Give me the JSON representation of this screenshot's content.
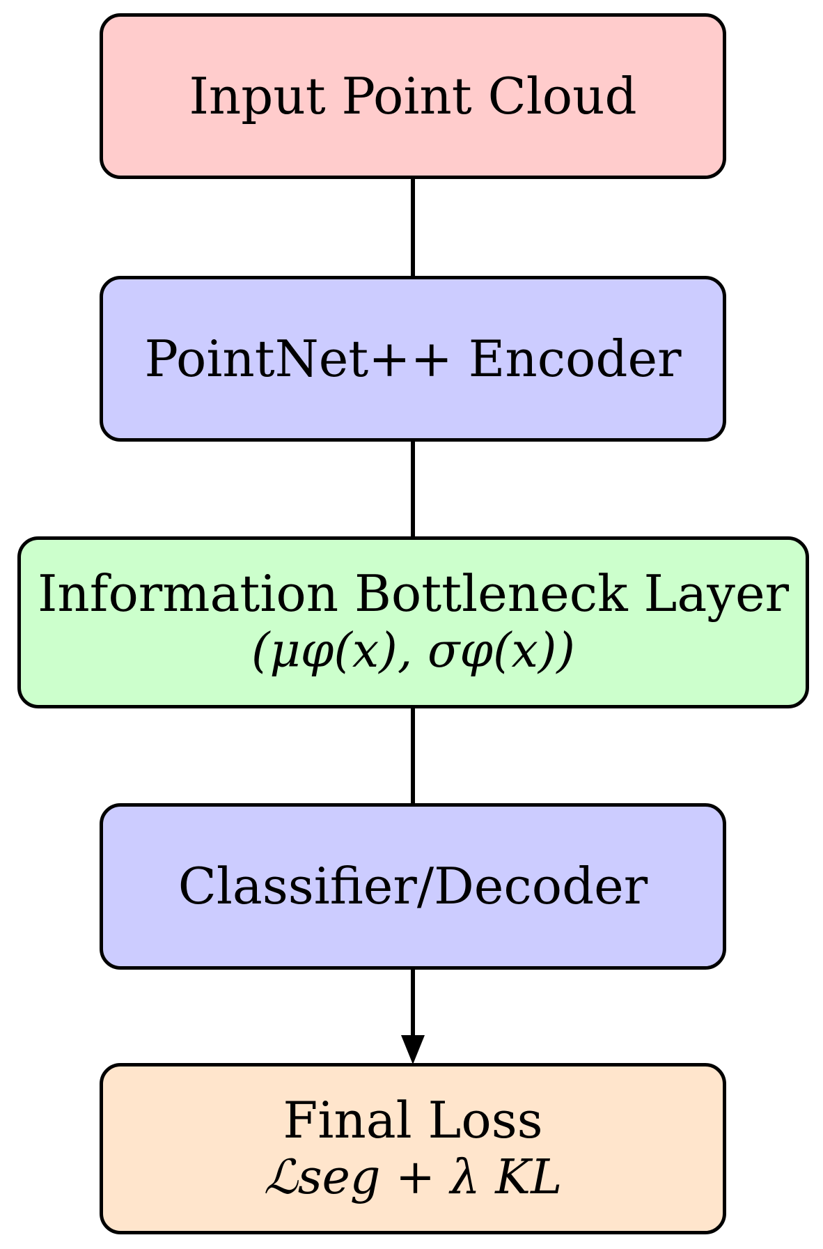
{
  "diagram": {
    "nodes": [
      {
        "id": "input",
        "label": "Input Point Cloud",
        "fill": "#ffcccc"
      },
      {
        "id": "encoder",
        "label": "PointNet++ Encoder",
        "fill": "#ccccff"
      },
      {
        "id": "bottleneck",
        "label": "Information Bottleneck Layer",
        "sublabel": "(μφ(x), σφ(x))",
        "fill": "#ccffcc"
      },
      {
        "id": "classifier",
        "label": "Classifier/Decoder",
        "fill": "#ccccff"
      },
      {
        "id": "loss",
        "label": "Final Loss",
        "sublabel": "ℒseg + λ KL",
        "fill": "#ffe5cc"
      }
    ],
    "edges": [
      {
        "from": "input",
        "to": "encoder",
        "arrow": false
      },
      {
        "from": "encoder",
        "to": "bottleneck",
        "arrow": false
      },
      {
        "from": "bottleneck",
        "to": "classifier",
        "arrow": false
      },
      {
        "from": "classifier",
        "to": "loss",
        "arrow": true
      }
    ]
  }
}
